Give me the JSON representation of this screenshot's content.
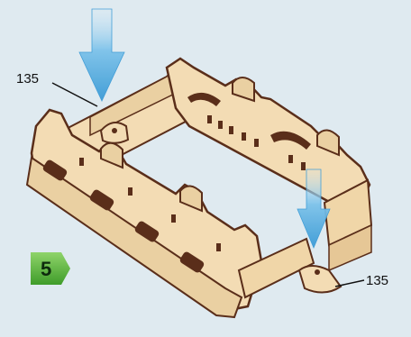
{
  "step": {
    "number": "5",
    "color": "#58b53a"
  },
  "callouts": [
    {
      "part": "135"
    },
    {
      "part": "135"
    }
  ],
  "colors": {
    "background": "#dfeaf0",
    "wood_face": "#f3dcb4",
    "wood_side": "#e6c796",
    "wood_edge": "#5a2e1a",
    "arrow": "#4da9dd"
  }
}
